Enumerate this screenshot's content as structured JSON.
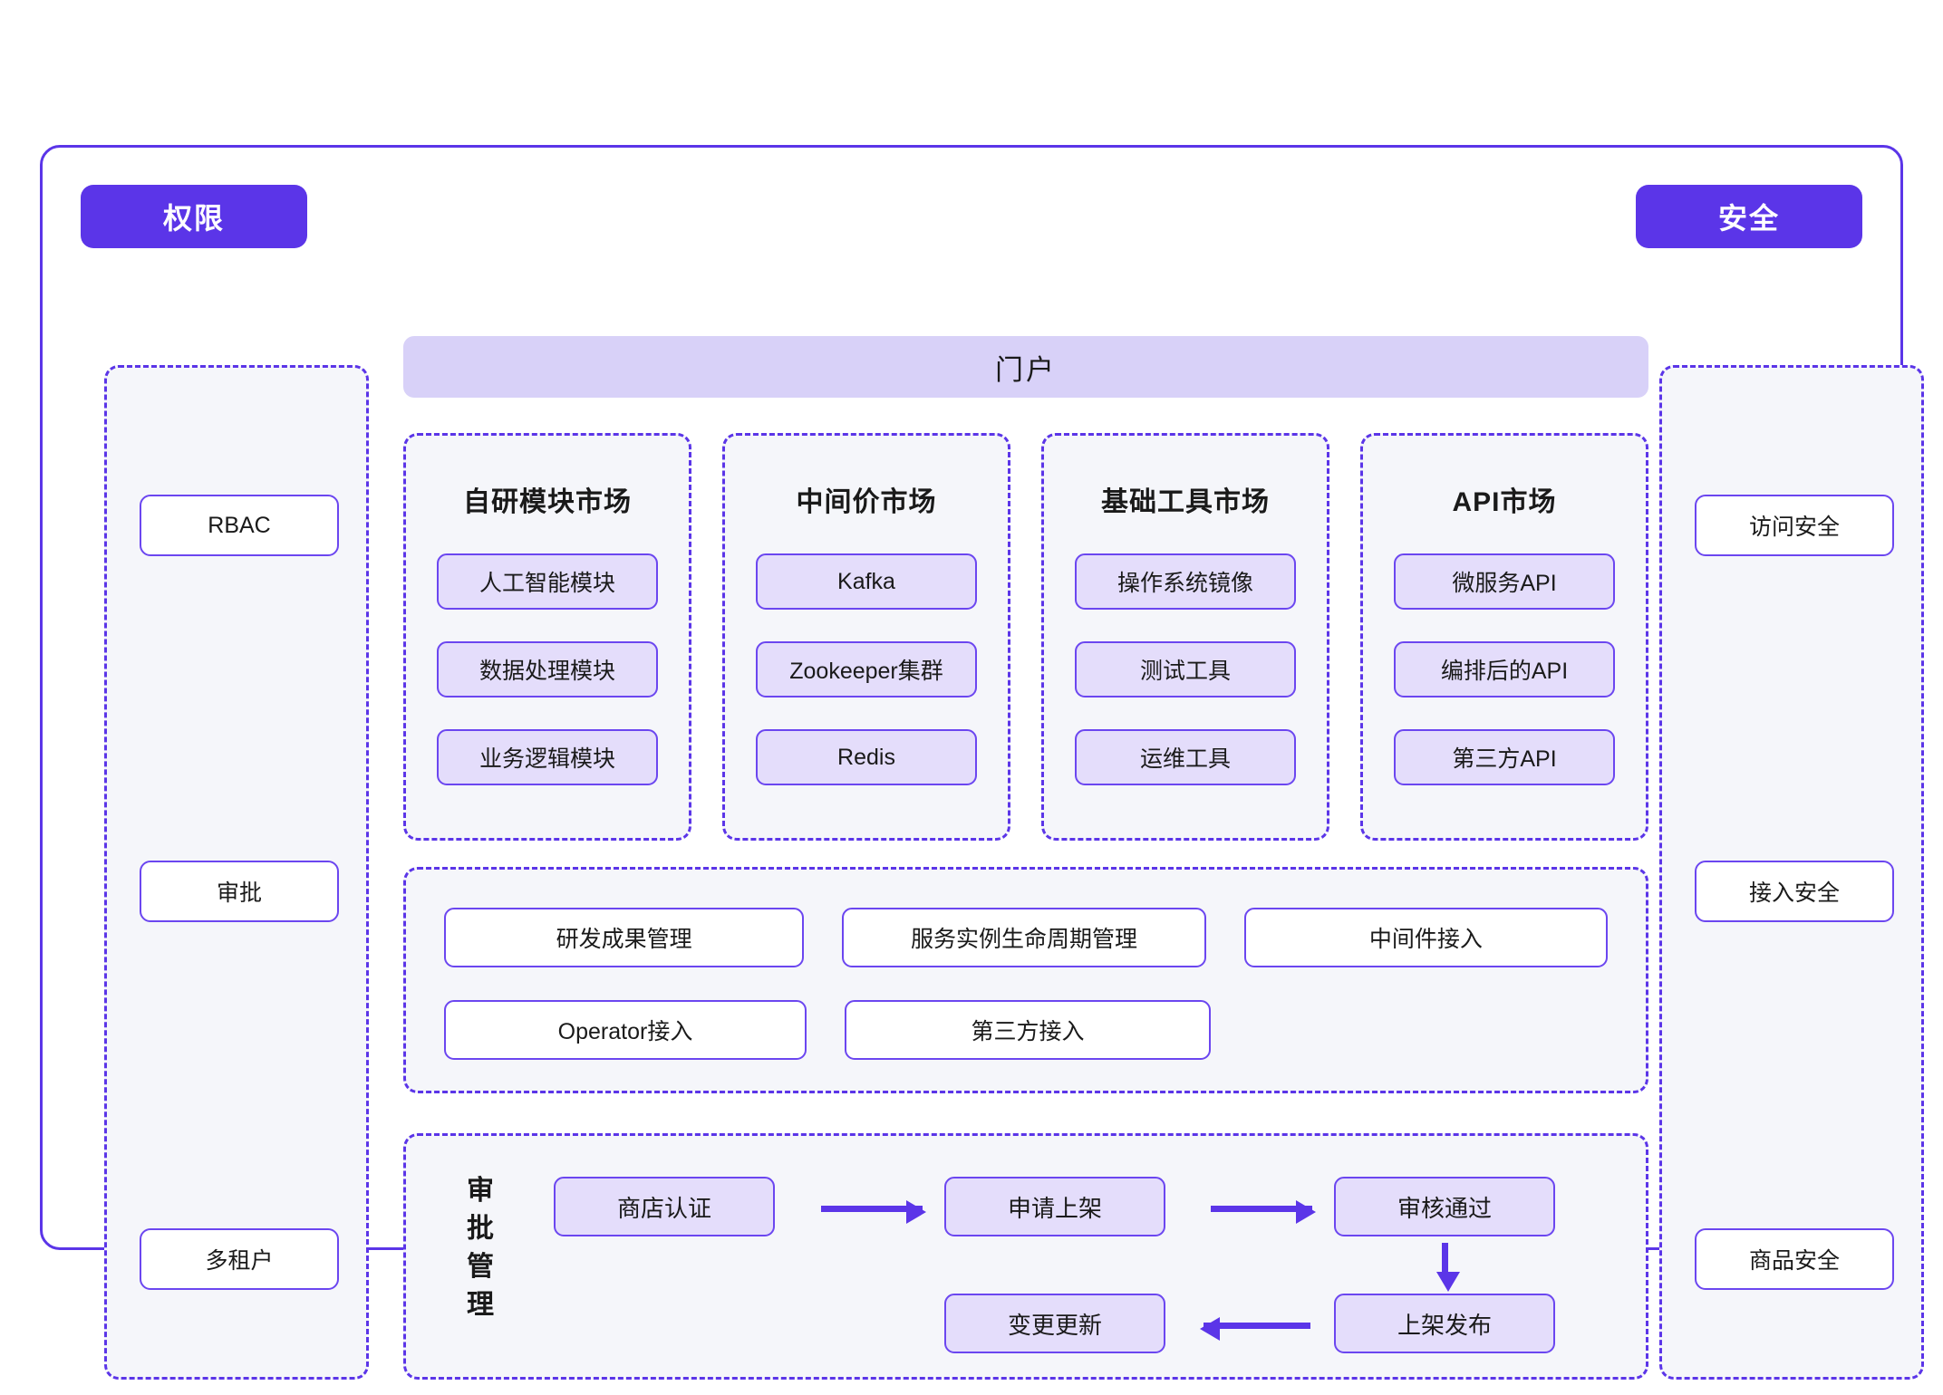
{
  "frame": {
    "accent": "#5b35e8",
    "chip_fill": "#e4ddfb",
    "portal_fill": "#d8d1f8",
    "panel_fill": "#f5f6fa"
  },
  "left_rail": {
    "title": "权限",
    "items": [
      {
        "label": "RBAC"
      },
      {
        "label": "审批"
      },
      {
        "label": "多租户"
      }
    ]
  },
  "right_rail": {
    "title": "安全",
    "items": [
      {
        "label": "访问安全"
      },
      {
        "label": "接入安全"
      },
      {
        "label": "商品安全"
      }
    ]
  },
  "portal": {
    "title": "门户"
  },
  "markets": [
    {
      "title": "自研模块市场",
      "items": [
        "人工智能模块",
        "数据处理模块",
        "业务逻辑模块"
      ]
    },
    {
      "title": "中间价市场",
      "items": [
        "Kafka",
        "Zookeeper集群",
        "Redis"
      ]
    },
    {
      "title": "基础工具市场",
      "items": [
        "操作系统镜像",
        "测试工具",
        "运维工具"
      ]
    },
    {
      "title": "API市场",
      "items": [
        "微服务API",
        "编排后的API",
        "第三方API"
      ]
    }
  ],
  "capabilities": {
    "row1": [
      "研发成果管理",
      "服务实例生命周期管理",
      "中间件接入"
    ],
    "row2": [
      "Operator接入",
      "第三方接入"
    ]
  },
  "approval_flow": {
    "label": "审批管理",
    "nodes": [
      "商店认证",
      "申请上架",
      "审核通过",
      "上架发布",
      "变更更新"
    ],
    "edges": [
      {
        "from": "商店认证",
        "to": "申请上架",
        "direction": "right"
      },
      {
        "from": "申请上架",
        "to": "审核通过",
        "direction": "right"
      },
      {
        "from": "审核通过",
        "to": "上架发布",
        "direction": "down"
      },
      {
        "from": "上架发布",
        "to": "变更更新",
        "direction": "left"
      }
    ]
  }
}
